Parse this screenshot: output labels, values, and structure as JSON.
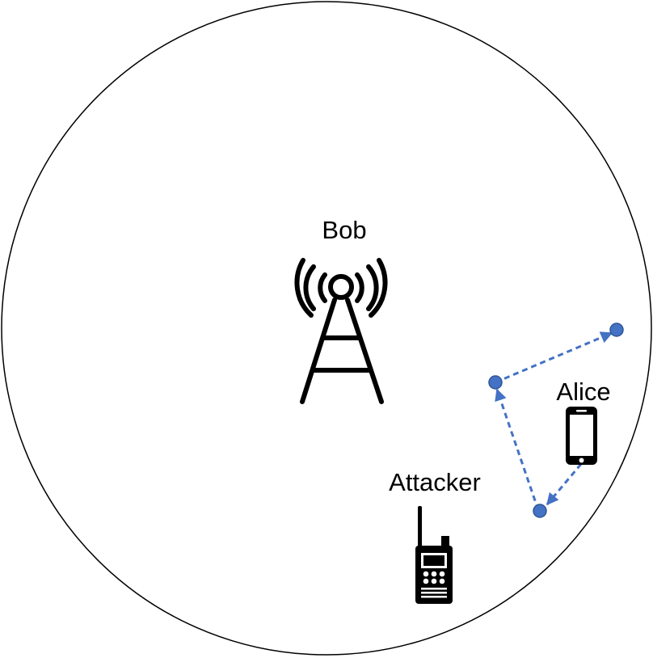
{
  "nodes": {
    "bob": {
      "label": "Bob",
      "icon": "cell-tower-icon"
    },
    "alice": {
      "label": "Alice",
      "icon": "smartphone-icon"
    },
    "attacker": {
      "label": "Attacker",
      "icon": "walkie-talkie-icon"
    }
  },
  "colors": {
    "boundary": "#000000",
    "path": "#4472c4",
    "waypoint": "#4472c4",
    "icon": "#000000"
  }
}
